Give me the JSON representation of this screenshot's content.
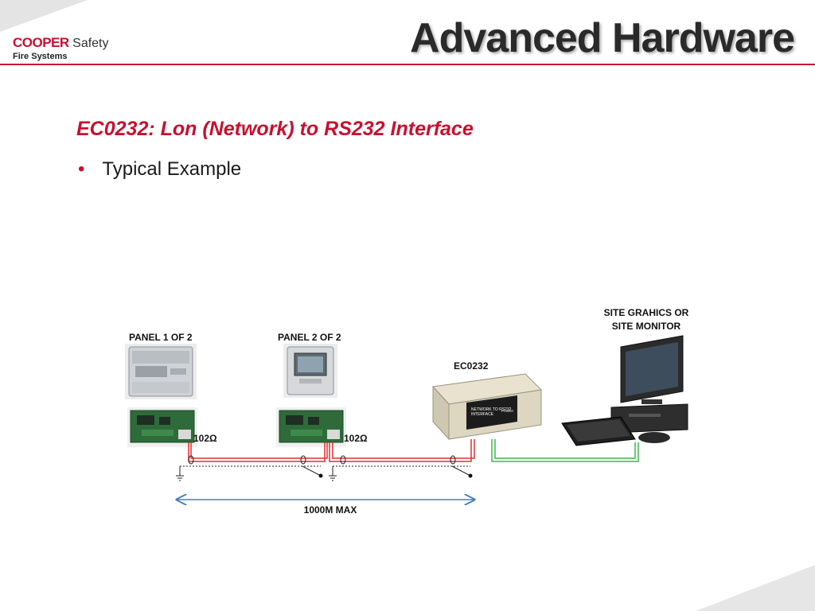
{
  "header": {
    "logo_brand": "COOPER",
    "logo_brand_suffix": "Safety",
    "logo_subtitle": "Fire Systems",
    "title": "Advanced Hardware"
  },
  "content": {
    "heading": "EC0232: Lon (Network) to RS232 Interface",
    "bullet": "Typical Example"
  },
  "diagram": {
    "panel1_label": "PANEL 1 OF 2",
    "panel2_label": "PANEL 2 OF 2",
    "interface_label": "EC0232",
    "monitor_label_line1": "SITE GRAHICS OR",
    "monitor_label_line2": "SITE MONITOR",
    "resistor1": "102Ω",
    "resistor2": "102Ω",
    "distance_label": "1000M MAX",
    "device_text1": "NETWORK TO RS232",
    "device_text2": "INTERFACE",
    "device_power": "POWER",
    "colors": {
      "network_wire": "#e03030",
      "rs232_wire": "#3cb84a",
      "arrow": "#4a7fb5",
      "accent": "#c8102e"
    }
  }
}
